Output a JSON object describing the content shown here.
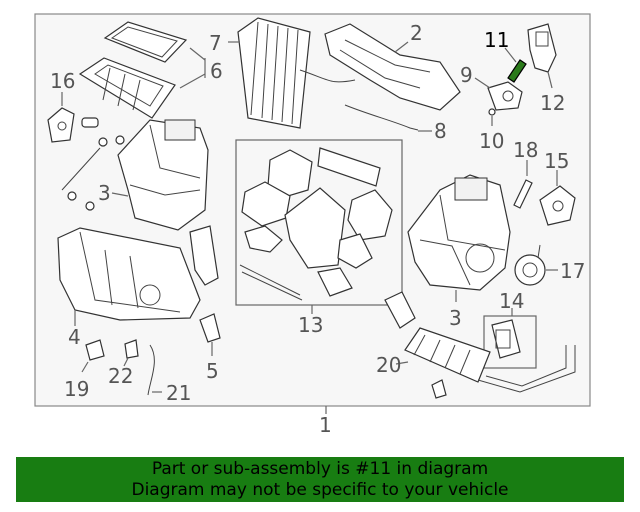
{
  "diagram": {
    "callouts": [
      "1",
      "2",
      "3",
      "3",
      "4",
      "5",
      "6",
      "7",
      "8",
      "9",
      "10",
      "11",
      "12",
      "13",
      "14",
      "15",
      "16",
      "17",
      "18",
      "19",
      "20",
      "21",
      "22"
    ],
    "highlighted": "11"
  },
  "banner": {
    "line1": "Part or sub-assembly is #11 in diagram",
    "line2": "Diagram may not be specific to your vehicle"
  },
  "colors": {
    "banner_bg": "#187d12",
    "frame_bg": "#f7f7f7",
    "line": "#333333",
    "highlight_part": "#2a7a1a"
  }
}
